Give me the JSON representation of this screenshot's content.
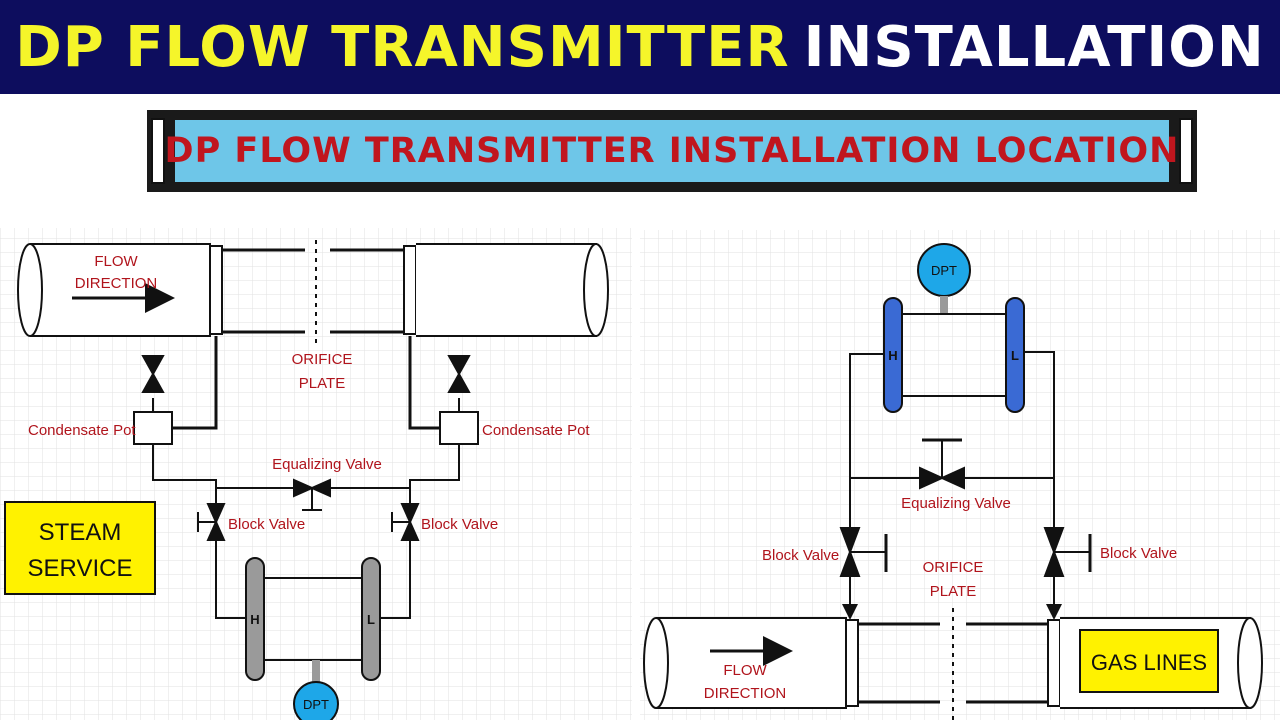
{
  "header": {
    "title_part1": "DP FLOW TRANSMITTER",
    "title_part2": "INSTALLATION"
  },
  "banner": {
    "text": "DP FLOW TRANSMITTER INSTALLATION LOCATION"
  },
  "steam_diagram": {
    "flow_line1": "FLOW",
    "flow_line2": "DIRECTION",
    "orifice_line1": "ORIFICE",
    "orifice_line2": "PLATE",
    "condensate_pot_left": "Condensate Pot",
    "condensate_pot_right": "Condensate Pot",
    "equalizing_valve": "Equalizing Valve",
    "block_valve_left": "Block Valve",
    "block_valve_right": "Block Valve",
    "service_line1": "STEAM",
    "service_line2": "SERVICE",
    "high_side": "H",
    "low_side": "L",
    "transmitter": "DPT"
  },
  "gas_diagram": {
    "transmitter": "DPT",
    "high_side": "H",
    "low_side": "L",
    "equalizing_valve": "Equalizing Valve",
    "block_valve_left": "Block Valve",
    "block_valve_right": "Block Valve",
    "orifice_line1": "ORIFICE",
    "orifice_line2": "PLATE",
    "flow_line1": "FLOW",
    "flow_line2": "DIRECTION",
    "service": "GAS LINES"
  },
  "colors": {
    "header_bg": "#0d0d5e",
    "header_yellow": "#f5f52a",
    "banner_bg": "#6ec6e8",
    "banner_text": "#c0161e",
    "label_red": "#b0141c",
    "service_box": "#fff200",
    "dpt_blue": "#1ea7e8",
    "gas_manifold": "#3a6ad4",
    "steam_manifold": "#9a9a9a"
  }
}
